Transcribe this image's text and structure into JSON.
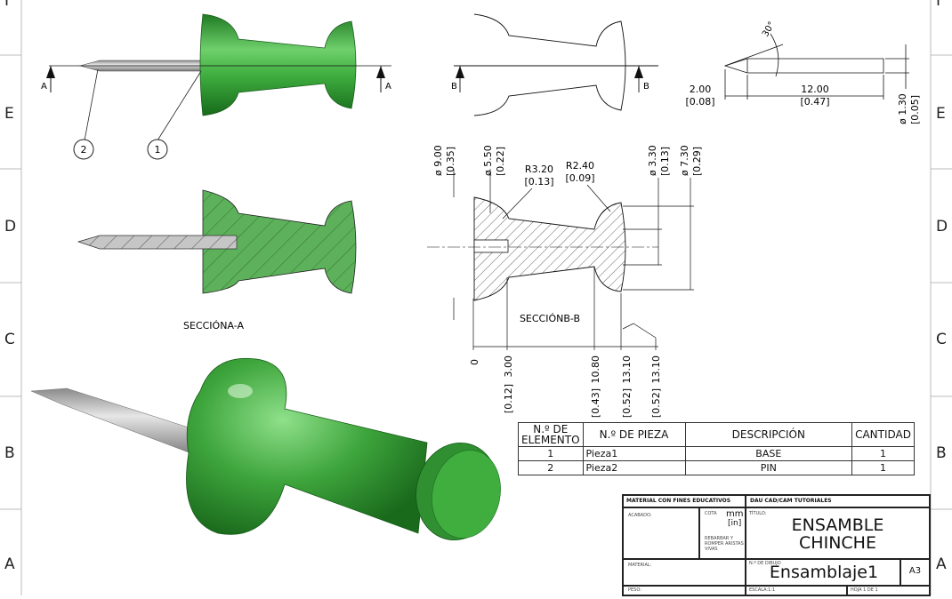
{
  "zones": {
    "rows": [
      "F",
      "E",
      "D",
      "C",
      "B",
      "A"
    ],
    "row_left": [
      "E",
      "D",
      "C",
      "B",
      "A"
    ],
    "top_f": "F"
  },
  "views": {
    "section_a_label": "SECCIÓNA-A",
    "section_b_label": "SECCIÓNB-B",
    "cut_a": "A",
    "cut_b": "B",
    "balloon_1": "1",
    "balloon_2": "2"
  },
  "dimensions": {
    "angle": "30°",
    "tip_len": "2.00",
    "tip_len_in": "[0.08]",
    "pin_len": "12.00",
    "pin_len_in": "[0.47]",
    "pin_dia": "ø 1.30",
    "pin_dia_in": "[0.05]",
    "d9": "ø 9.00",
    "d9_in": "[0.35]",
    "d55": "ø 5.50",
    "d55_in": "[0.22]",
    "r32": "R3.20",
    "r32_in": "[0.13]",
    "r24": "R2.40",
    "r24_in": "[0.09]",
    "d33": "ø 3.30",
    "d33_in": "[0.13]",
    "d73": "ø 7.30",
    "d73_in": "[0.29]",
    "o0": "0",
    "o3": "3.00",
    "o3_in": "[0.12]",
    "o108": "10.80",
    "o108_in": "[0.43]",
    "o131a": "13.10",
    "o131a_in": "[0.52]",
    "o131b": "13.10",
    "o131b_in": "[0.52]"
  },
  "bom": {
    "headers": [
      "N.º DE ELEMENTO",
      "N.º DE PIEZA",
      "DESCRIPCIÓN",
      "CANTIDAD"
    ],
    "rows": [
      {
        "item": "1",
        "part": "Pieza1",
        "desc": "BASE",
        "qty": "1"
      },
      {
        "item": "2",
        "part": "Pieza2",
        "desc": "PIN",
        "qty": "1"
      }
    ]
  },
  "title_block": {
    "material_note": "MATERIAL CON FINES EDUCATIVOS",
    "company": "DAU CAD/CAM TUTORIALES",
    "acabado": "ACABADO:",
    "cota": "COTA",
    "units": "mm",
    "units_in": "[in]",
    "rebarbar": "REBARBAR Y ROMPER ARISTAS VIVAS",
    "titulo_lbl": "TÍTULO:",
    "title1": "ENSAMBLE",
    "title2": "CHINCHE",
    "material": "MATERIAL:",
    "drawing_no_lbl": "N.º DE DIBUJO",
    "drawing_no": "Ensamblaje1",
    "size": "A3",
    "peso": "PESO:",
    "escala": "ESCALA:1:1",
    "hoja": "HOJA 1 DE 1"
  },
  "colors": {
    "green": "#3fae3f",
    "green_dark": "#1f7a22",
    "hatch_green": "#5db15a",
    "pin": "#b9b9b9"
  }
}
